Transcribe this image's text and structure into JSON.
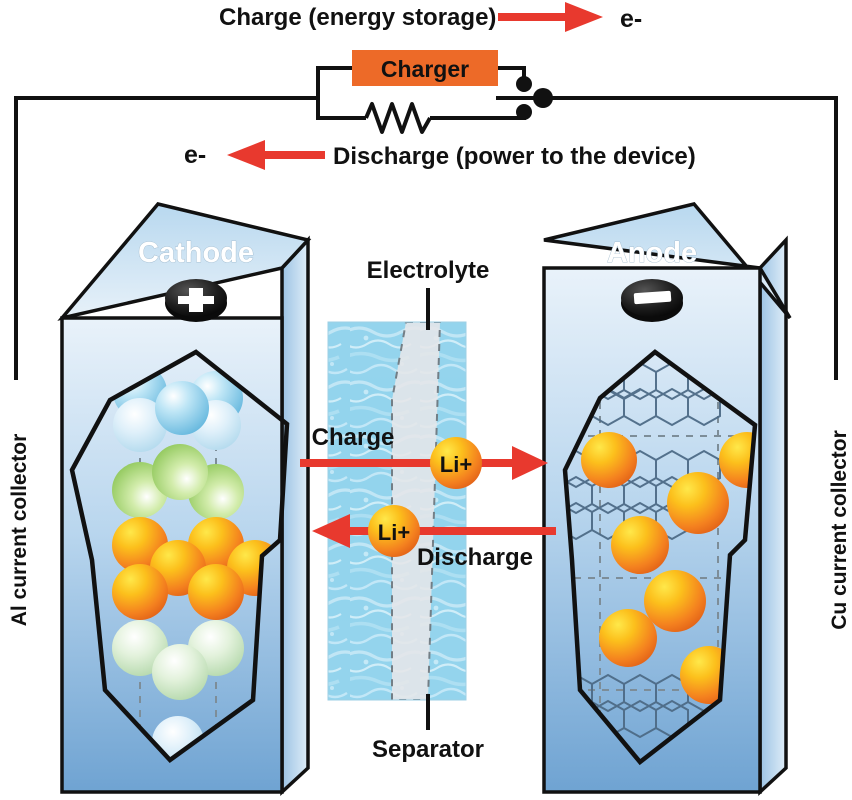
{
  "diagram": {
    "title": "Lithium-ion battery charge and discharge schematic",
    "background": "#ffffff"
  },
  "circuit": {
    "charge_label": "Charge (energy storage)",
    "charge_electron_label": "e-",
    "discharge_label": "Discharge (power to the device)",
    "discharge_electron_label": "e-",
    "charger_label": "Charger",
    "charger_color": "#ed6a28",
    "wire_color": "#111111",
    "arrow_color": "#e8392e",
    "resistor_name": "resistor-zigzag",
    "switch_name": "circuit-switch"
  },
  "collectors": {
    "left_label": "Al current collector",
    "right_label": "Cu current collector"
  },
  "electrodes": {
    "cathode": {
      "label": "Cathode",
      "sign": "+",
      "polarity_name": "positive"
    },
    "anode": {
      "label": "Anode",
      "sign": "−",
      "polarity_name": "negative"
    }
  },
  "electrolyte": {
    "label": "Electrolyte",
    "separator_label": "Separator",
    "fluid_color": "#a9dcee",
    "separator_color": "#e3e3e5"
  },
  "transport": {
    "charge_label": "Charge",
    "discharge_label": "Discharge",
    "ion_charge_label": "Li+",
    "ion_discharge_label": "Li+",
    "ion_color": "#f08a1e"
  },
  "colors": {
    "orange": "#ed6a28",
    "red_arrow": "#e8392e",
    "box_blue_top": "#dceaf5",
    "box_blue_bottom": "#5a92c8",
    "sphere_blue": "#7ec7e8",
    "sphere_green": "#8cc63f",
    "sphere_orange": "#f47a20",
    "text_black": "#111111"
  }
}
